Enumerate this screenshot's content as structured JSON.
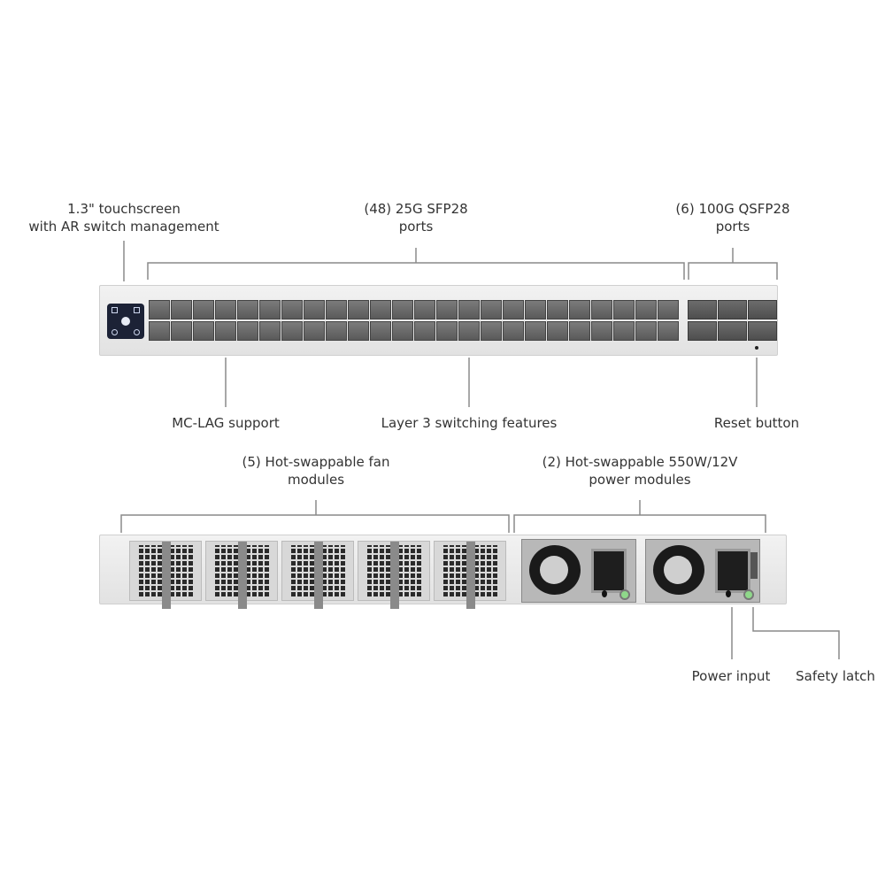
{
  "front": {
    "touchscreen": "1.3\" touchscreen",
    "touchscreen_2": "with AR switch management",
    "sfp": "(48) 25G SFP28",
    "sfp_2": "ports",
    "qsfp": "(6) 100G QSFP28",
    "qsfp_2": "ports",
    "mclag": "MC-LAG support",
    "layer3": "Layer 3 switching features",
    "reset": "Reset button"
  },
  "rear": {
    "fans": "(5) Hot-swappable fan",
    "fans_2": "modules",
    "power": "(2) Hot-swappable 550W/12V",
    "power_2": "power modules",
    "power_input": "Power input",
    "safety_latch": "Safety latch"
  },
  "colors": {
    "line": "#8a8a8a",
    "text": "#333333",
    "screen": "#1c2236",
    "led": "#8fd88a"
  }
}
